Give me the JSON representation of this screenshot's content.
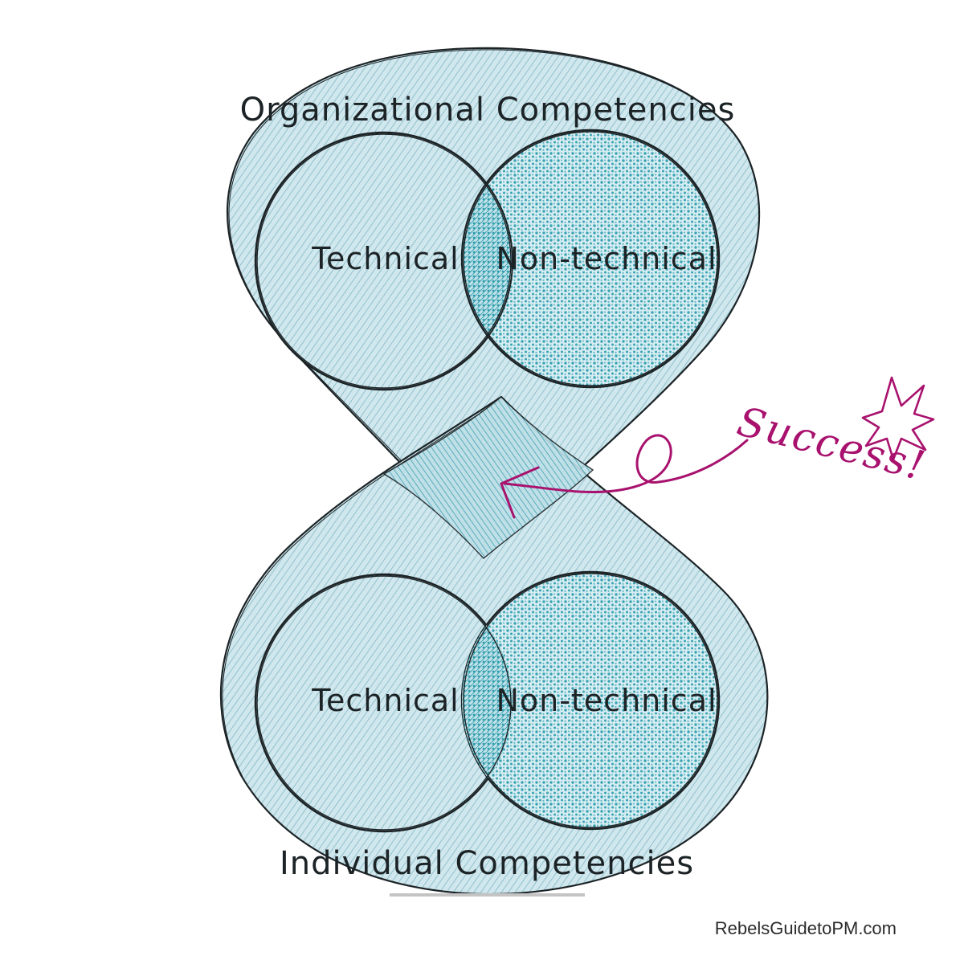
{
  "diagram": {
    "top_region": {
      "title": "Organizational Competencies",
      "left_circle": "Technical",
      "right_circle": "Non-technical"
    },
    "bottom_region": {
      "title": "Individual Competencies",
      "left_circle": "Technical",
      "right_circle": "Non-technical"
    },
    "overlap_label": "Success!",
    "colors": {
      "outline": "#1c2326",
      "region_fill": "#c9e4ea",
      "hatch": "#7fb4c2",
      "dots": "#3aa3b3",
      "success_accent": "#a8126e"
    }
  },
  "footer": {
    "credit": "RebelsGuidetoPM.com"
  }
}
